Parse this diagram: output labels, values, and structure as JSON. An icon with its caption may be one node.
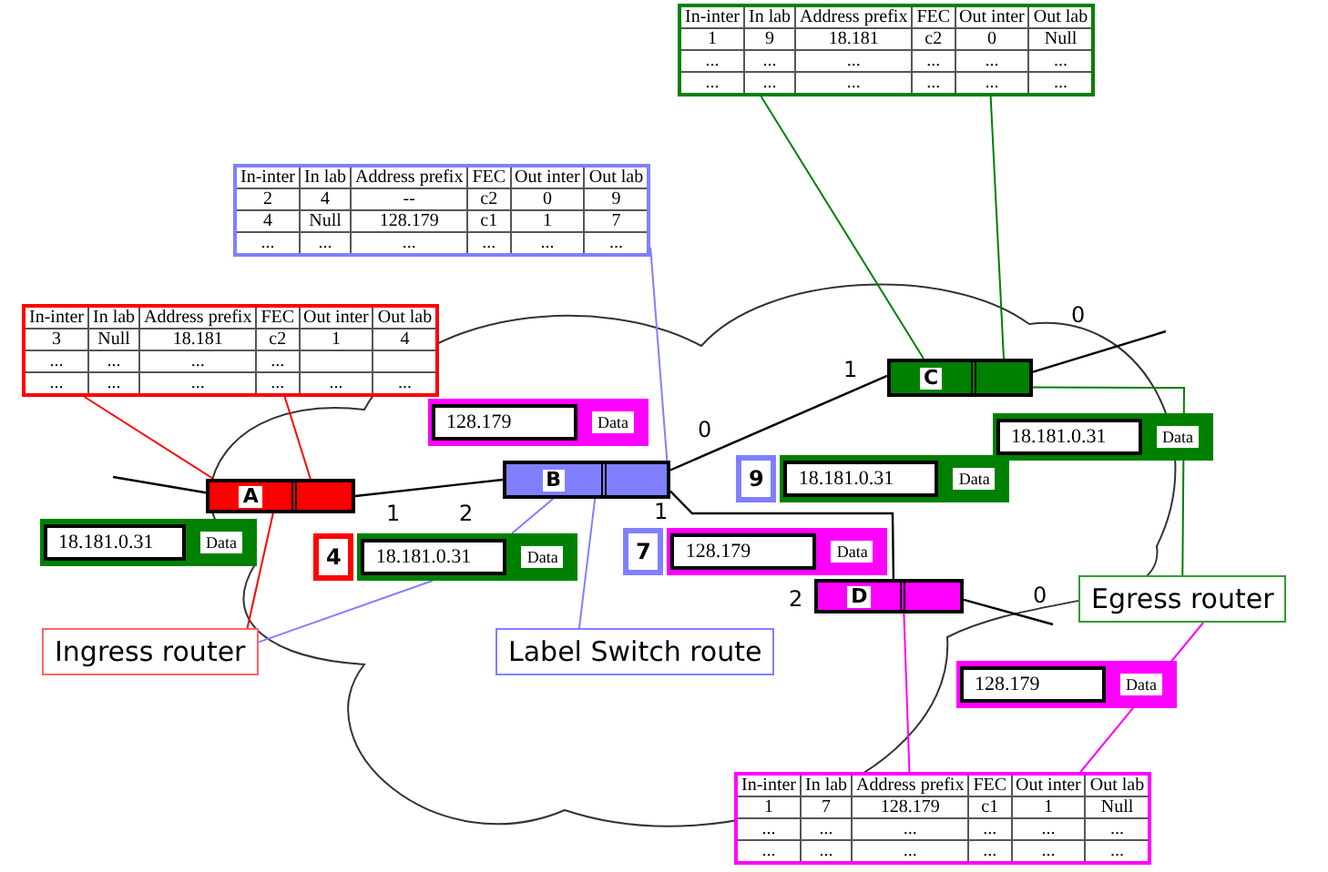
{
  "diagram": {
    "nodes": [
      {
        "text": [
          "In-inter",
          "In lab",
          "Address prefix",
          "FEC",
          "Out inter",
          "Out lab",
          "1",
          "9",
          "18.181",
          "c2",
          "0",
          "Null",
          "...",
          "...",
          "...",
          "...",
          "...",
          "...",
          "...",
          "...",
          "...",
          "...",
          "...",
          "..."
        ]
      },
      {
        "text": [
          "In-inter",
          "In lab",
          "Address prefix",
          "FEC",
          "Out inter",
          "Out lab",
          "2",
          "4",
          "--",
          "c2",
          "0",
          "9",
          "4",
          "Null",
          "128.179",
          "c1",
          "1",
          "7",
          "...",
          "...",
          "...",
          "...",
          "...",
          "..."
        ]
      },
      {
        "text": [
          "In-inter",
          "In lab",
          "Address prefix",
          "FEC",
          "Out inter",
          "Out lab",
          "3",
          "Null",
          "18.181",
          "c2",
          "1",
          "4",
          "...",
          "...",
          "...",
          "...",
          "...",
          "...",
          "...",
          "...",
          "...",
          "..."
        ]
      },
      {
        "text": [
          "C"
        ]
      },
      {
        "text": [
          "128.179",
          "Data"
        ]
      },
      {
        "text": [
          "18.181.0.31",
          "Data"
        ]
      },
      {
        "text": [
          "B"
        ]
      },
      {
        "text": [
          "9",
          "18.181.0.31",
          "Data"
        ]
      },
      {
        "text": [
          "A"
        ]
      },
      {
        "text": [
          "18.181.0.31",
          "Data"
        ]
      },
      {
        "text": [
          "7",
          "128.179",
          "Data"
        ]
      },
      {
        "text": [
          "4",
          "18.181.0.31",
          "Data"
        ]
      },
      {
        "text": [
          "D"
        ]
      },
      {
        "text": [
          "Egress router"
        ]
      },
      {
        "text": [
          "Ingress router"
        ]
      },
      {
        "text": [
          "Label Switch route"
        ]
      },
      {
        "text": [
          "128.179",
          "Data"
        ]
      },
      {
        "text": [
          "In-inter",
          "In lab",
          "Address prefix",
          "FEC",
          "Out inter",
          "Out lab",
          "1",
          "7",
          "128.179",
          "c1",
          "1",
          "Null",
          "...",
          "...",
          "...",
          "...",
          "...",
          "...",
          "...",
          "...",
          "...",
          "...",
          "...",
          "..."
        ]
      }
    ],
    "edges": [
      {
        "from": 2,
        "to": 8,
        "arrow": "none",
        "color": "#ff0000"
      },
      {
        "from": 2,
        "to": 8,
        "arrow": "none",
        "color": "#ff0000"
      },
      {
        "from": 1,
        "to": 6,
        "arrow": "none",
        "color": "#8080ff"
      },
      {
        "from": 0,
        "to": 3,
        "arrow": "none",
        "color": "#008000"
      },
      {
        "from": 0,
        "to": 3,
        "arrow": "none",
        "color": "#008000"
      },
      {
        "from": 14,
        "to": 8,
        "arrow": "none",
        "color": "#ff0000"
      },
      {
        "from": 14,
        "to": 11,
        "arrow": "none",
        "color": "#8080ff"
      },
      {
        "from": 11,
        "to": 6,
        "arrow": "none",
        "color": "#8080ff"
      },
      {
        "from": 15,
        "to": 6,
        "arrow": "none",
        "color": "#8080ff"
      },
      {
        "from": 3,
        "to": 13,
        "arrow": "none",
        "color": "#008000"
      },
      {
        "from": 13,
        "to": 17,
        "arrow": "none",
        "color": "#ff00ff"
      },
      {
        "from": 12,
        "to": 17,
        "arrow": "none",
        "color": "#ff00ff"
      },
      {
        "from": null,
        "to": 8,
        "arrow": "none"
      },
      {
        "from": 8,
        "to": 6,
        "arrow": "none"
      },
      {
        "from": 6,
        "to": 3,
        "arrow": "none"
      },
      {
        "from": 3,
        "to": null,
        "arrow": "none"
      },
      {
        "from": 6,
        "to": 12,
        "arrow": "none"
      },
      {
        "from": 12,
        "to": null,
        "arrow": "none"
      }
    ],
    "labels": [
      "0",
      "1",
      "0",
      "1",
      "2",
      "1",
      "2",
      "0"
    ]
  }
}
